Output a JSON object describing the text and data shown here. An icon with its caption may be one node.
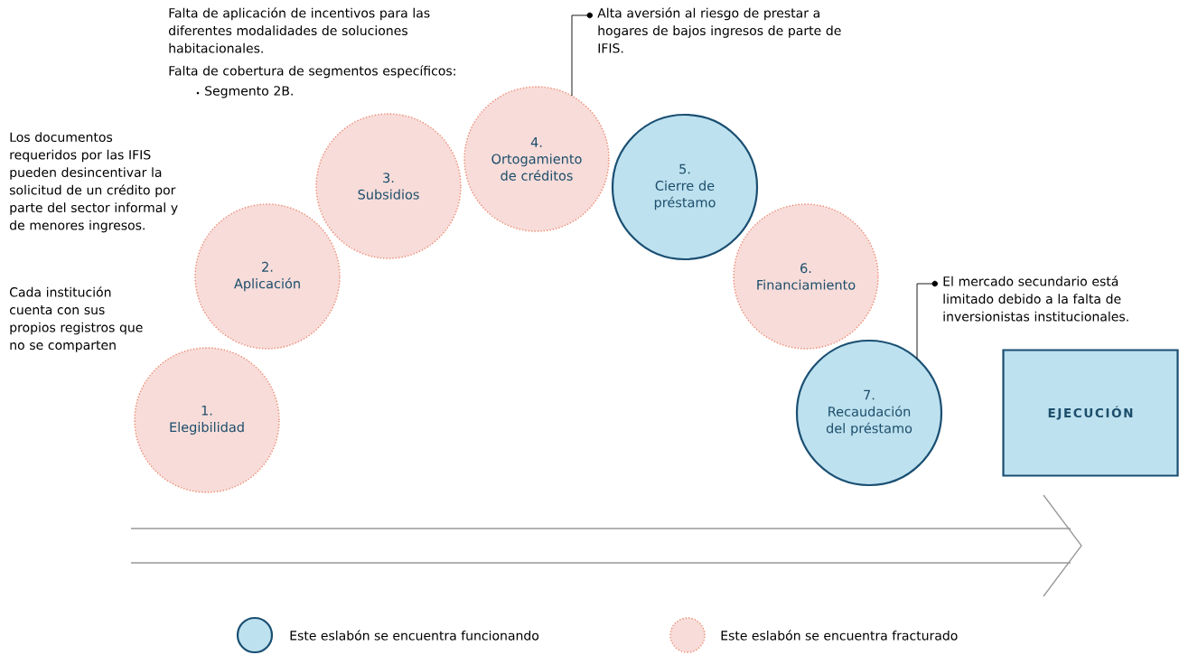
{
  "diagram": {
    "nodes": [
      {
        "text": [
          "1.",
          "Elegibilidad"
        ]
      },
      {
        "text": [
          "2.",
          "Aplicación"
        ]
      },
      {
        "text": [
          "3.",
          "Subsidios"
        ]
      },
      {
        "text": [
          "4.",
          "Ortogamiento de créditos"
        ]
      },
      {
        "text": [
          "5.",
          "Cierre de préstamo"
        ]
      },
      {
        "text": [
          "6.",
          "Financiamiento"
        ]
      },
      {
        "text": [
          "7.",
          "Recaudación del préstamo"
        ]
      },
      {
        "text": [
          "EJECUCIÓN"
        ]
      },
      {
        "text": [
          "Alta aversión al riesgo de prestar a hogares de bajos ingresos de parte de IFIS."
        ]
      },
      {
        "text": [
          "El mercado secundario está limitado debido a la falta de inversionistas institucionales."
        ]
      }
    ],
    "edges": [
      {
        "from": 3,
        "to": 8,
        "arrow": "to"
      },
      {
        "from": 6,
        "to": 9,
        "arrow": "to"
      }
    ],
    "labels": [
      "Falta de aplicación de incentivos para las diferentes modalidades de soluciones habitacionales.",
      "Falta de cobertura de segmentos específicos:",
      "Segmento 2B.",
      "Los documentos requeridos por las IFIS pueden desincentivar la solicitud de un crédito por parte del sector informal y de menores ingresos.",
      "Cada institución cuenta con sus propios registros que no se comparten"
    ],
    "legend": [
      {
        "text": "Este eslabón se encuentra funcionando",
        "color": "#bde1ef"
      },
      {
        "text": "Este eslabón se encuentra fracturado",
        "color": "#f7dcd9"
      }
    ]
  }
}
